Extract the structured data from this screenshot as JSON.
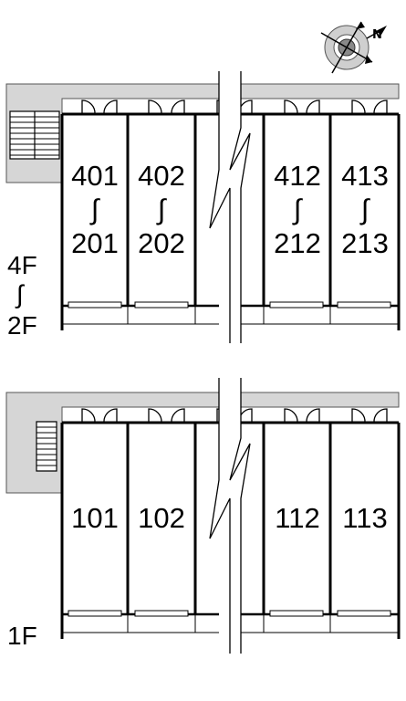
{
  "compass": {
    "north_label": "N",
    "icon": "compass-rose-icon"
  },
  "upper_block": {
    "floor_label_top": "4F",
    "floor_label_tilde": "∫",
    "floor_label_bottom": "2F",
    "units": [
      {
        "top": "401",
        "tilde": "∫",
        "bottom": "201"
      },
      {
        "top": "402",
        "tilde": "∫",
        "bottom": "202"
      },
      {
        "top": "412",
        "tilde": "∫",
        "bottom": "212"
      },
      {
        "top": "413",
        "tilde": "∫",
        "bottom": "213"
      }
    ]
  },
  "lower_block": {
    "floor_label": "1F",
    "units": [
      {
        "label": "101"
      },
      {
        "label": "102"
      },
      {
        "label": "112"
      },
      {
        "label": "113"
      }
    ]
  },
  "colors": {
    "shade": "#d6d6d6",
    "line": "#000000",
    "background": "#ffffff"
  }
}
